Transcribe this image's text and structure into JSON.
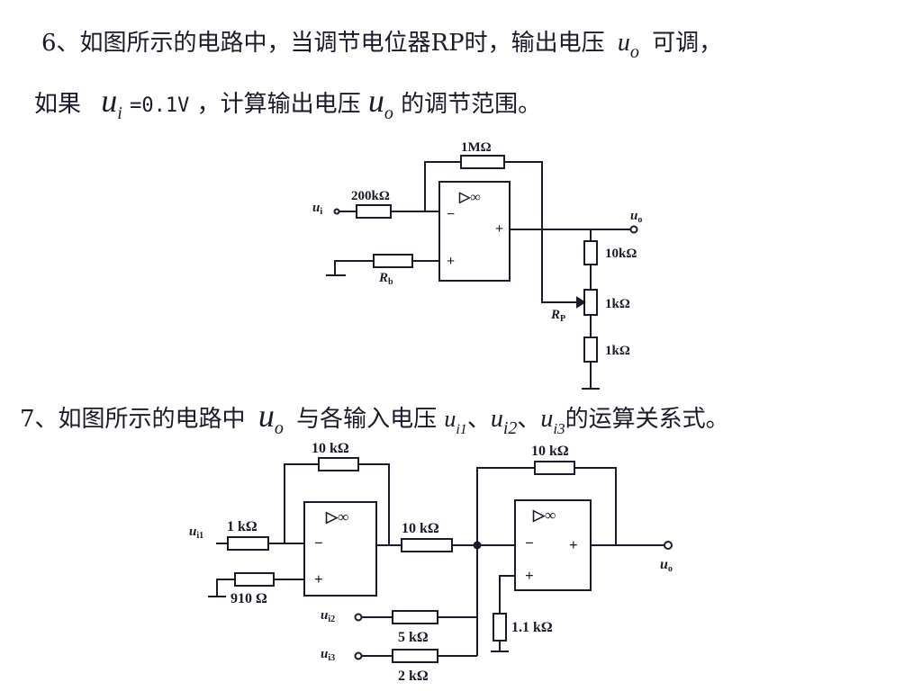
{
  "q6": {
    "line1_prefix": "6、如图所示的电路中，当调节电位器RP时，输出电压",
    "uo_main": "u",
    "uo_sub": "o",
    "line1_suffix": "可调，",
    "line2_prefix": "如果",
    "ui_main": "u",
    "ui_sub": "i",
    "ui_value": "=0.1V",
    "line2_mid": "，计算输出电压",
    "uo2_main": "u",
    "uo2_sub": "o",
    "line2_suffix": "的调节范围。"
  },
  "q7": {
    "prefix": "7、如图所示的电路中",
    "uo_main": "u",
    "uo_sub": "o",
    "mid": "与各输入电压",
    "ui1_main": "u",
    "ui1_sub": "i1",
    "sep1": "、",
    "ui2_main": "u",
    "ui2_sub": "i2",
    "sep2": "、",
    "ui3_main": "u",
    "ui3_sub": "i3",
    "suffix": "的运算关系式。"
  },
  "circuit1": {
    "rf_label": "1MΩ",
    "ui_label": "u",
    "ui_sub": "i",
    "rin_label": "200kΩ",
    "rb_label": "R",
    "rb_sub": "b",
    "opamp_symbol": "▷∞",
    "minus": "−",
    "plus": "+",
    "out_plus": "+",
    "uo_label": "u",
    "uo_sub": "o",
    "r_top_label": "10kΩ",
    "rp_label": "R",
    "rp_sub": "P",
    "rp_value": "1kΩ",
    "r_bottom_label": "1kΩ"
  },
  "circuit2": {
    "rf1_label": "10 kΩ",
    "rf2_label": "10 kΩ",
    "ui1_label": "u",
    "ui1_sub": "i1",
    "r1_label": "1 kΩ",
    "r910_label": "910 Ω",
    "opamp1_symbol": "▷∞",
    "opamp1_minus": "−",
    "opamp1_plus": "+",
    "rmid_label": "10 kΩ",
    "opamp2_symbol": "▷∞",
    "opamp2_minus": "−",
    "opamp2_plus": "+",
    "opamp2_out_plus": "+",
    "uo_label": "u",
    "uo_sub": "o",
    "ui2_label": "u",
    "ui2_sub": "i2",
    "r5_label": "5 kΩ",
    "ui3_label": "u",
    "ui3_sub": "i3",
    "r2_label": "2 kΩ",
    "r11_label": "1.1 kΩ"
  }
}
